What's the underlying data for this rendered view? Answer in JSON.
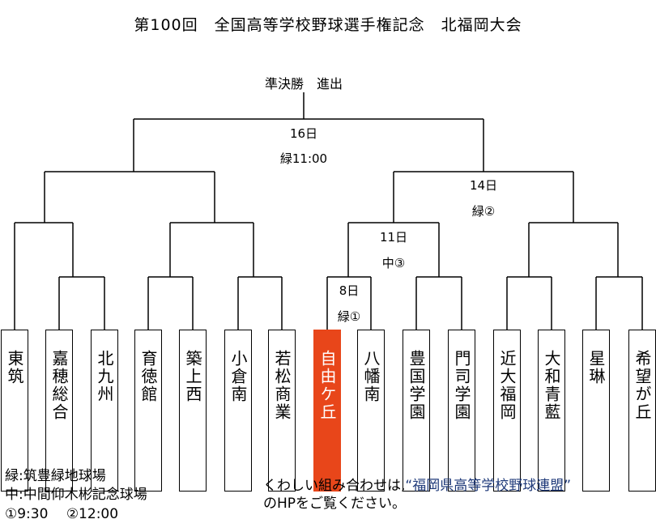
{
  "title": "第100回　全国高等学校野球選手権記念　北福岡大会",
  "final_label": "準決勝　進出",
  "matches": {
    "m16": {
      "date": "16日",
      "venue": "緑11:00"
    },
    "m14": {
      "date": "14日",
      "venue": "緑②"
    },
    "m11": {
      "date": "11日",
      "venue": "中③"
    },
    "m8": {
      "date": "8日",
      "venue": "緑①"
    }
  },
  "teams": [
    "東筑",
    "嘉穂総合",
    "北九州",
    "育徳館",
    "築上西",
    "小倉南",
    "若松商業",
    "自由ケ丘",
    "八幡南",
    "豊国学園",
    "門司学園",
    "近大福岡",
    "大和青藍",
    "星琳",
    "希望が丘"
  ],
  "highlight_team": "自由ケ丘",
  "highlight_color": "#e8461a",
  "legend": {
    "line1": "緑:筑豊緑地球場",
    "line2": "中:中間仰木彬記念球場",
    "line3": "①9:30　 ②12:00"
  },
  "note": {
    "prefix": "くわしい組み合わせは,",
    "federation": "“福岡県高等学校野球連盟”",
    "line2": "のHPをご覧ください。"
  }
}
